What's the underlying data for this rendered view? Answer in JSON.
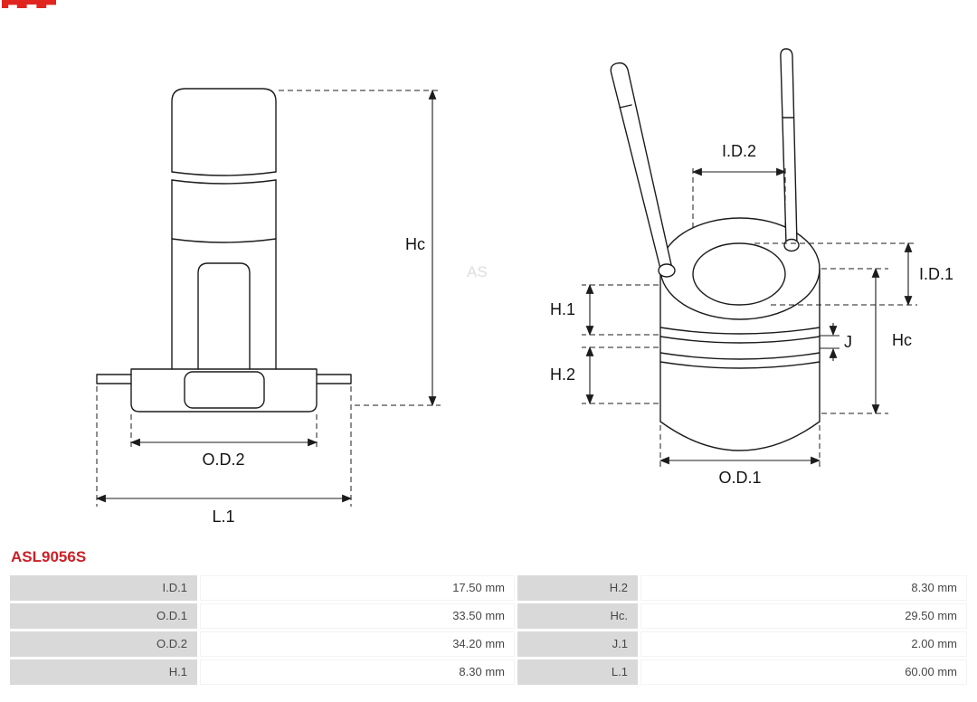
{
  "part_number": "ASL9056S",
  "accent_color": "#cb2026",
  "watermark": "AS",
  "drawings": {
    "side_view": {
      "labels": {
        "hc": "Hc",
        "od2": "O.D.2",
        "l1": "L.1"
      }
    },
    "perspective_view": {
      "labels": {
        "id2": "I.D.2",
        "id1": "I.D.1",
        "h1": "H.1",
        "h2": "H.2",
        "j": "J",
        "hc": "Hc",
        "od1": "O.D.1"
      }
    }
  },
  "spec_table": {
    "rows": [
      {
        "k1": "I.D.1",
        "v1": "17.50 mm",
        "k2": "H.2",
        "v2": "8.30 mm"
      },
      {
        "k1": "O.D.1",
        "v1": "33.50 mm",
        "k2": "Hc.",
        "v2": "29.50 mm"
      },
      {
        "k1": "O.D.2",
        "v1": "34.20 mm",
        "k2": "J.1",
        "v2": "2.00 mm"
      },
      {
        "k1": "H.1",
        "v1": "8.30 mm",
        "k2": "L.1",
        "v2": "60.00 mm"
      }
    ]
  }
}
